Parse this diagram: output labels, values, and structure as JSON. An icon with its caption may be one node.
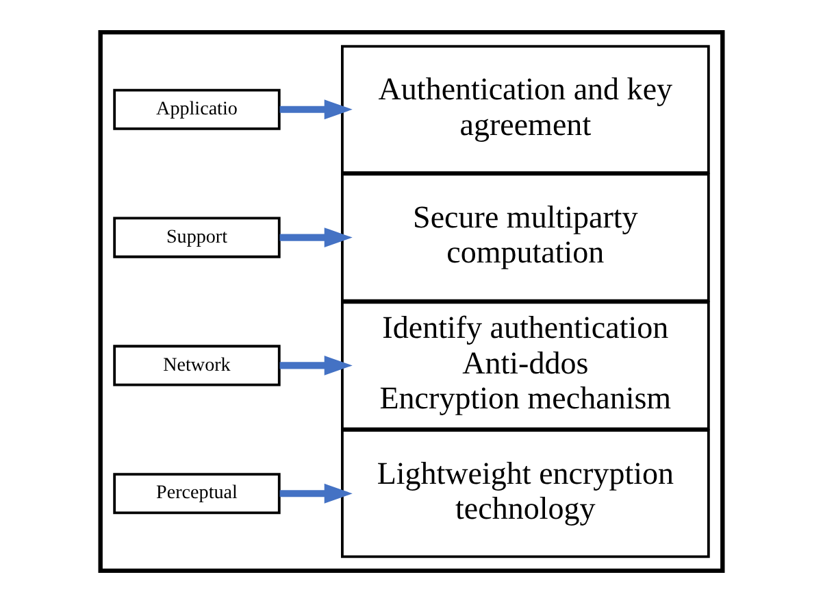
{
  "diagram": {
    "nodes": [
      {
        "text": [],
        "shape": "box"
      },
      {
        "text": [
          "Applicatio"
        ],
        "in": 0
      },
      {
        "text": [
          "Authentication and key agreement"
        ],
        "in": 0
      },
      {
        "text": [
          "Support"
        ],
        "in": 0
      },
      {
        "text": [
          "Secure multiparty computation"
        ],
        "in": 0
      },
      {
        "text": [
          "Network"
        ],
        "in": 0
      },
      {
        "text": [
          "Identify authentication",
          "Anti-ddos",
          "Encryption mechanism"
        ],
        "in": 0
      },
      {
        "text": [
          "Perceptual"
        ],
        "in": 0
      },
      {
        "text": [
          "Lightweight encryption technology"
        ],
        "in": 0
      }
    ],
    "edges": [
      {
        "from": 1,
        "to": 2,
        "arrow": "to"
      },
      {
        "from": 3,
        "to": 4,
        "arrow": "to"
      },
      {
        "from": 5,
        "to": 6,
        "arrow": "to"
      },
      {
        "from": 7,
        "to": 8,
        "arrow": "to"
      }
    ]
  }
}
